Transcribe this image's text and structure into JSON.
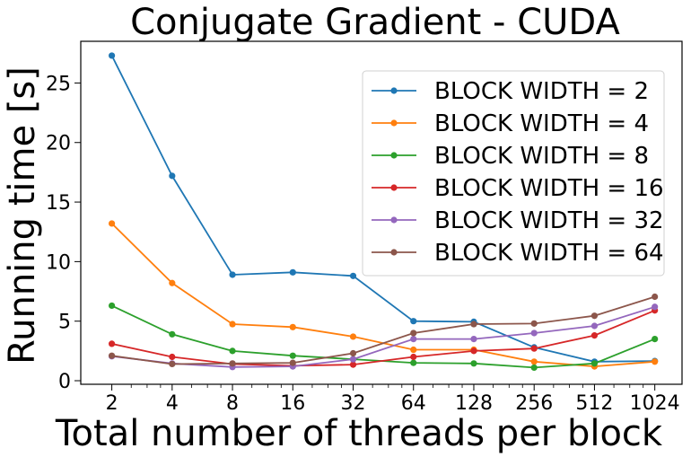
{
  "chart_data": {
    "type": "line",
    "title": "Conjugate Gradient - CUDA",
    "xlabel": "Total number of threads per block",
    "ylabel": "Running time [s]",
    "x_scale": "log2",
    "x": [
      2,
      4,
      8,
      16,
      32,
      64,
      128,
      256,
      512,
      1024
    ],
    "x_tick_labels": [
      "2",
      "4",
      "8",
      "16",
      "32",
      "64",
      "128",
      "256",
      "512",
      "1024"
    ],
    "xlim": [
      1.4,
      1400
    ],
    "ylim": [
      -0.3,
      28.5
    ],
    "y_ticks": [
      0,
      5,
      10,
      15,
      20,
      25
    ],
    "grid": false,
    "legend_position": "top-right",
    "series": [
      {
        "name": "BLOCK WIDTH = 2",
        "color": "#1f77b4",
        "values": [
          27.3,
          17.2,
          8.9,
          9.1,
          8.8,
          5.0,
          4.95,
          2.8,
          1.6,
          1.65
        ]
      },
      {
        "name": "BLOCK WIDTH = 4",
        "color": "#ff7f0e",
        "values": [
          13.2,
          8.2,
          4.75,
          4.5,
          3.7,
          2.6,
          2.6,
          1.6,
          1.2,
          1.6
        ]
      },
      {
        "name": "BLOCK WIDTH = 8",
        "color": "#2ca02c",
        "values": [
          6.3,
          3.9,
          2.5,
          2.1,
          1.8,
          1.5,
          1.45,
          1.1,
          1.45,
          3.5
        ]
      },
      {
        "name": "BLOCK WIDTH = 16",
        "color": "#d62728",
        "values": [
          3.1,
          2.0,
          1.4,
          1.25,
          1.35,
          2.0,
          2.5,
          2.7,
          3.8,
          5.9
        ]
      },
      {
        "name": "BLOCK WIDTH = 32",
        "color": "#9467bd",
        "values": [
          2.05,
          1.45,
          1.15,
          1.2,
          1.8,
          3.5,
          3.5,
          4.0,
          4.6,
          6.2
        ]
      },
      {
        "name": "BLOCK WIDTH = 64",
        "color": "#8c564b",
        "values": [
          2.1,
          1.4,
          1.45,
          1.5,
          2.3,
          4.0,
          4.75,
          4.8,
          5.45,
          7.05
        ]
      }
    ]
  }
}
